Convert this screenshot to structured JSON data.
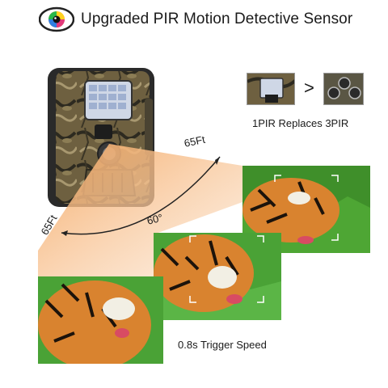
{
  "header": {
    "title": "Upgraded PIR Motion Detective Sensor",
    "icon": "eye-icon"
  },
  "comparison": {
    "caption": "1PIR Replaces 3PIR",
    "symbol": ">"
  },
  "detection": {
    "range_right": "65Ft",
    "range_left": "65Ft",
    "angle": "60°"
  },
  "trigger": {
    "label": "0.8s Trigger Speed"
  },
  "colors": {
    "cone": "#f6b884",
    "camo_base": "#6b5a3a",
    "grass": "#3f8f2a",
    "tiger": "#d9832f"
  }
}
